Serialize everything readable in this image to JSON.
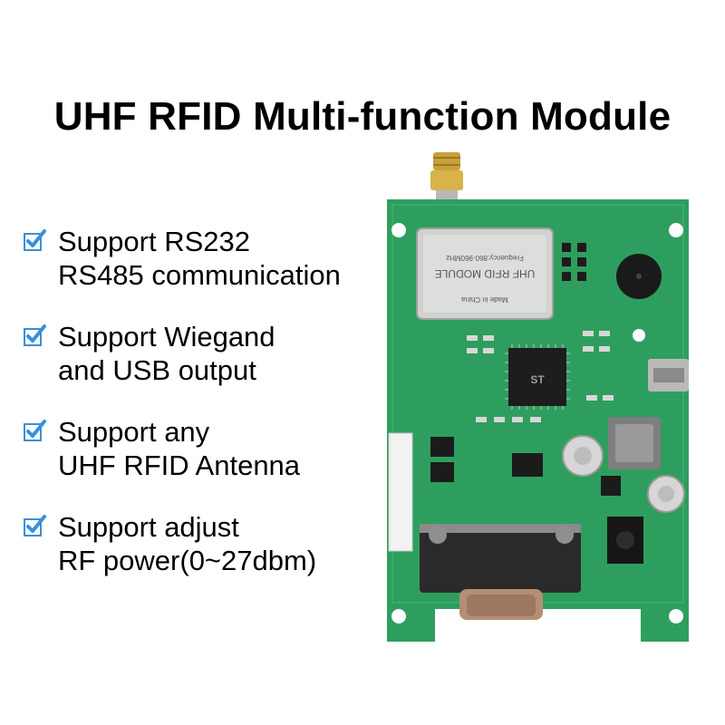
{
  "title": "UHF RFID Multi-function Module",
  "features": [
    {
      "line1": "Support RS232",
      "line2": "RS485 communication"
    },
    {
      "line1": "Support Wiegand",
      "line2": "and USB output"
    },
    {
      "line1": "Support any",
      "line2": "UHF RFID Antenna"
    },
    {
      "line1": "Support adjust",
      "line2": "RF power(0~27dbm)"
    }
  ],
  "board": {
    "module_text": {
      "made_in": "Made in China",
      "brand": "UHF RFID MODULE",
      "frequency": "Frequency:860-960MHz"
    },
    "chip_logo": "ST"
  },
  "colors": {
    "check": "#3a8fd9",
    "pcb": "#2e9e5e",
    "pcb_dark": "#1e7a46"
  },
  "icons": {
    "check": "check-mark-icon"
  }
}
